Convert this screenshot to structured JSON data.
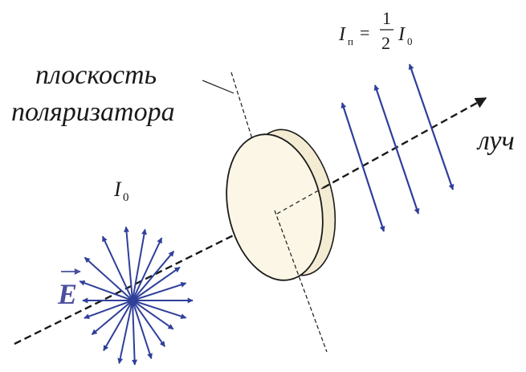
{
  "labels": {
    "plane_line1": "плоскость",
    "plane_line2": "поляризатора",
    "beam": "луч",
    "vector_e": "E",
    "intensity_in_symbol": "I",
    "intensity_in_subscript": "0",
    "intensity_out_symbol": "I",
    "intensity_out_subscript": "п",
    "equals": "=",
    "fraction_num": "1",
    "fraction_den": "2",
    "intensity_ref_symbol": "I",
    "intensity_ref_subscript": "0"
  },
  "colors": {
    "arrow_blue": "#2f3f9a",
    "vector_label": "#4a4fa0",
    "lens_fill": "#fbf6e6",
    "line": "#1a1a1a"
  },
  "icons": {
    "incident_field": "unpolarized-e-field-starburst",
    "polarizer": "polarizer-disk",
    "transmitted_field": "polarized-e-field-arrows"
  }
}
